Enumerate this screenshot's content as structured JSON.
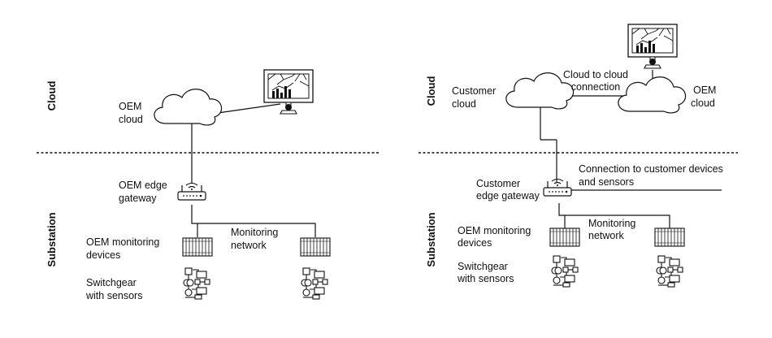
{
  "left": {
    "zone_cloud": "Cloud",
    "zone_substation": "Substation",
    "oem_cloud": [
      "OEM",
      "cloud"
    ],
    "edge_gateway": [
      "OEM edge",
      "gateway"
    ],
    "monitoring_network": [
      "Monitoring",
      "network"
    ],
    "monitoring_devices": [
      "OEM monitoring",
      "devices"
    ],
    "switchgear": [
      "Switchgear",
      "with sensors"
    ]
  },
  "right": {
    "zone_cloud": "Cloud",
    "zone_substation": "Substation",
    "customer_cloud": [
      "Customer",
      "cloud"
    ],
    "cloud_to_cloud": [
      "Cloud to cloud",
      "connection"
    ],
    "oem_cloud": [
      "OEM",
      "cloud"
    ],
    "customer_connection": [
      "Connection to customer devices",
      "and sensors"
    ],
    "edge_gateway": [
      "Customer",
      "edge gateway"
    ],
    "monitoring_devices": [
      "OEM monitoring",
      "devices"
    ],
    "monitoring_network": [
      "Monitoring",
      "network"
    ],
    "switchgear": [
      "Switchgear",
      "with sensors"
    ]
  }
}
